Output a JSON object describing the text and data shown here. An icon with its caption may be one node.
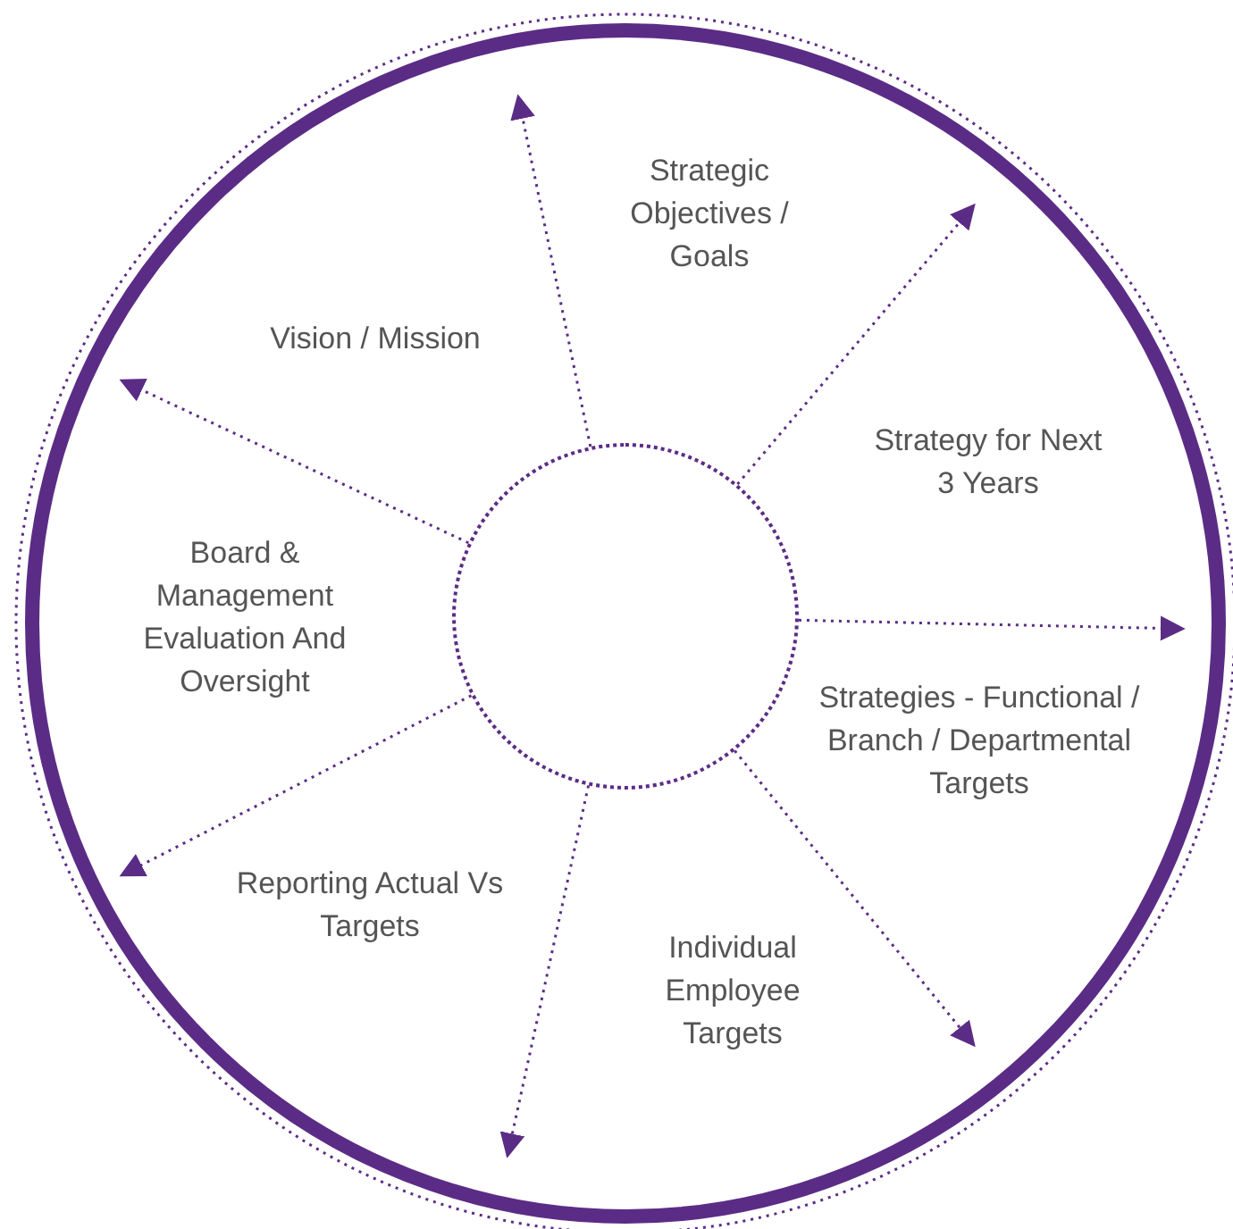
{
  "diagram": {
    "nodes": [
      {
        "text": [],
        "shape": "circle"
      },
      {
        "text": [],
        "shape": "circle",
        "in": 0
      }
    ],
    "edges": [
      {
        "from": 1,
        "to": null,
        "arrow": "to"
      },
      {
        "from": 1,
        "to": null,
        "arrow": "to"
      },
      {
        "from": 1,
        "to": null,
        "arrow": "to"
      },
      {
        "from": 1,
        "to": null,
        "arrow": "to"
      },
      {
        "from": 1,
        "to": null,
        "arrow": "to"
      },
      {
        "from": 1,
        "to": null,
        "arrow": "to"
      },
      {
        "from": 1,
        "to": null,
        "arrow": "to"
      }
    ],
    "labels": [
      "Strategic Objectives / Goals",
      "Vision / Mission",
      "Strategy for Next 3 Years",
      "Board & Management Evaluation And Oversight",
      "Strategies - Functional / Branch / Departmental Targets",
      "Reporting Actual Vs Targets",
      "Individual Employee Targets"
    ]
  }
}
